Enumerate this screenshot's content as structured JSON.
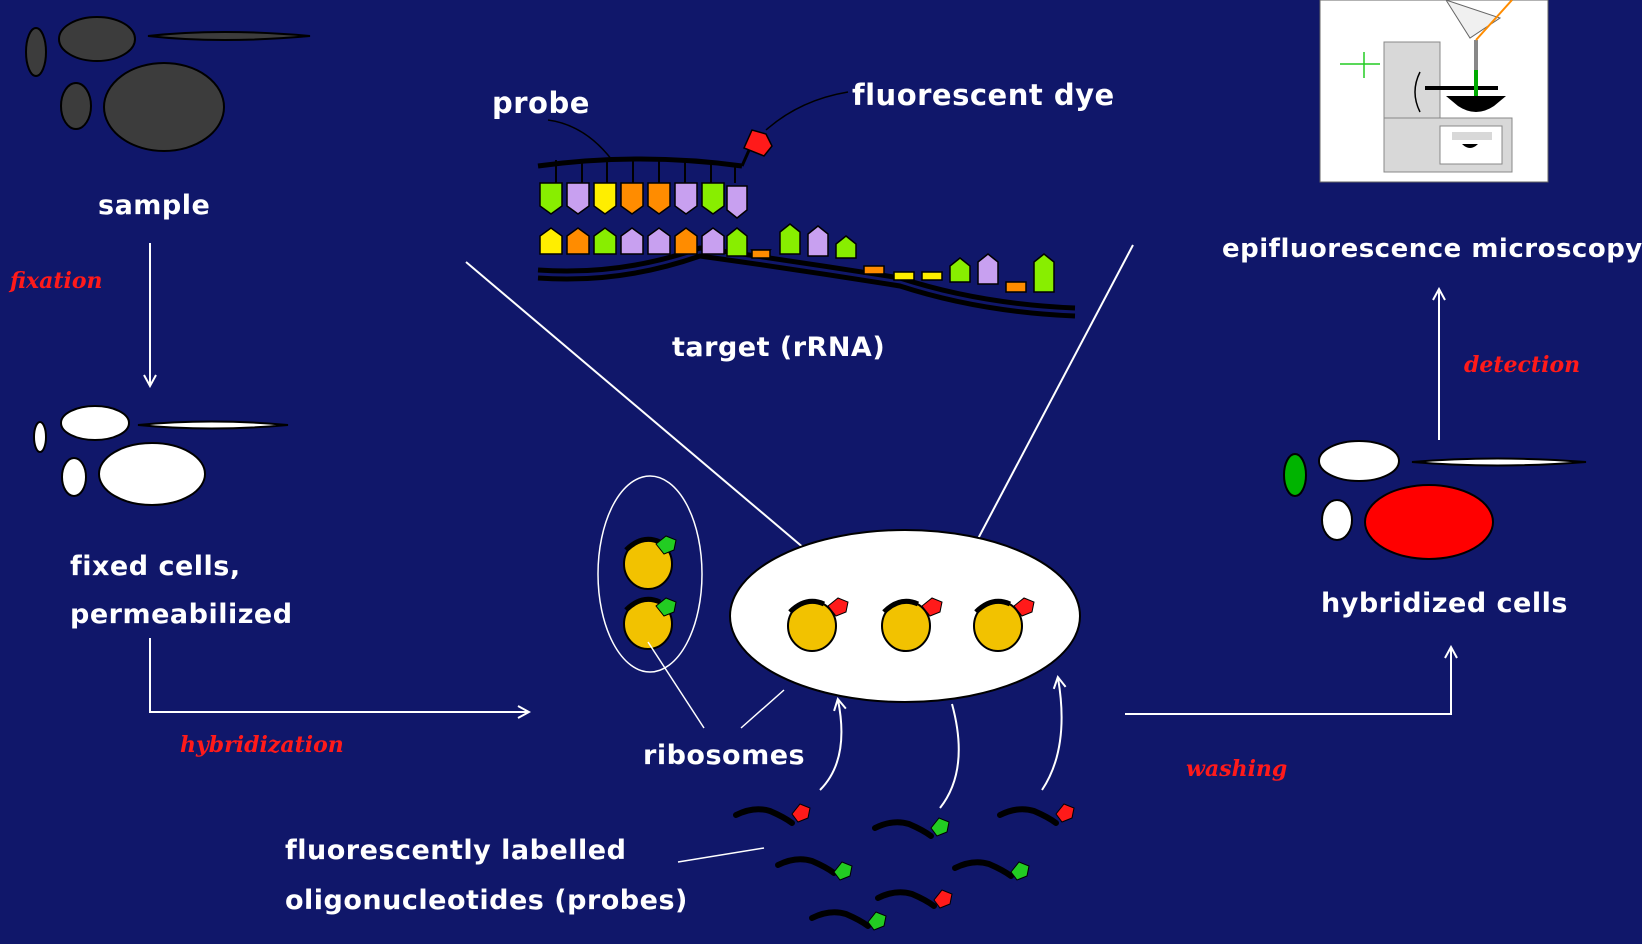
{
  "labels": {
    "sample": "sample",
    "fixed_cells": [
      "fixed cells,",
      "permeabilized"
    ],
    "probe": "probe",
    "fluorescent_dye": "fluorescent dye",
    "target": "target (rRNA)",
    "epifluorescence": "epifluorescence microscopy",
    "hybridized_cells": "hybridized cells",
    "ribosomes": "ribosomes",
    "oligonucleotides": [
      "fluorescently labelled",
      "oligonucleotides (probes)"
    ]
  },
  "steps": {
    "fixation": "fixation",
    "hybridization": "hybridization",
    "washing": "washing",
    "detection": "detection"
  },
  "colors": {
    "background": "#10176a",
    "label_text": "#ffffff",
    "step_text": "#ff1a1a",
    "sample_cells": "#3c3c3c",
    "fixed_cells": "#ffffff",
    "hybridized_red": "#ff0000",
    "hybridized_green": "#00b400",
    "ribosome": "#f2c200",
    "dye_red": "#ff1a1a",
    "dye_green": "#22cc22",
    "base_green": "#88ee00",
    "base_purple": "#c8a0f0",
    "base_orange": "#ff8c00",
    "base_yellow": "#ffee00"
  }
}
